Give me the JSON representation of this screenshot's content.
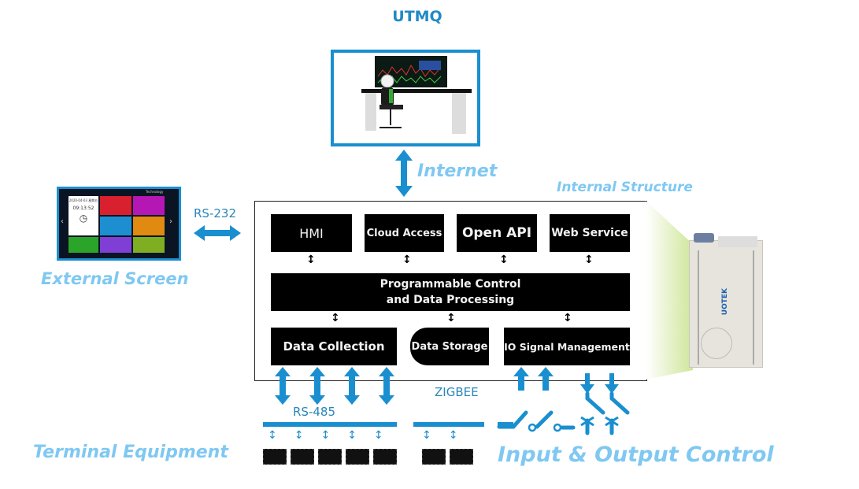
{
  "title": "UTMQ",
  "labels": {
    "internet": "Internet",
    "internal_structure": "Internal Structure",
    "external_screen": "External Screen",
    "terminal_equipment": "Terminal Equipment",
    "io_control": "Input & Output Control"
  },
  "protocols": {
    "rs232": "RS-232",
    "rs485": "RS-485",
    "zigbee": "ZIGBEE"
  },
  "top_modules": [
    "HMI",
    "Cloud Access",
    "Open API",
    "Web Service"
  ],
  "core": {
    "line1": "Programmable Control",
    "line2": "and Data Processing"
  },
  "bottom_modules": {
    "data_collection": "Data Collection",
    "data_storage": "Data Storage",
    "io_signal": "IO Signal Management"
  },
  "hmi_screen": {
    "date": "2020-04-03 星期五",
    "time": "09:13:52",
    "brand": "Technology",
    "tiles": [
      {
        "color": "#d9202f"
      },
      {
        "color": "#b517b5"
      },
      {
        "color": "#1d8fd1"
      },
      {
        "color": "#e08a12"
      },
      {
        "color": "#2aa52a"
      },
      {
        "color": "#7f3fd6"
      },
      {
        "color": "#7fae22"
      }
    ]
  },
  "device": {
    "brand": "UOTEK"
  },
  "colors": {
    "accent": "#1a8fd0",
    "label_light": "#7fc8f2",
    "block": "#000000"
  },
  "counts": {
    "rs485_terminals": 5,
    "zigbee_terminals": 2
  }
}
